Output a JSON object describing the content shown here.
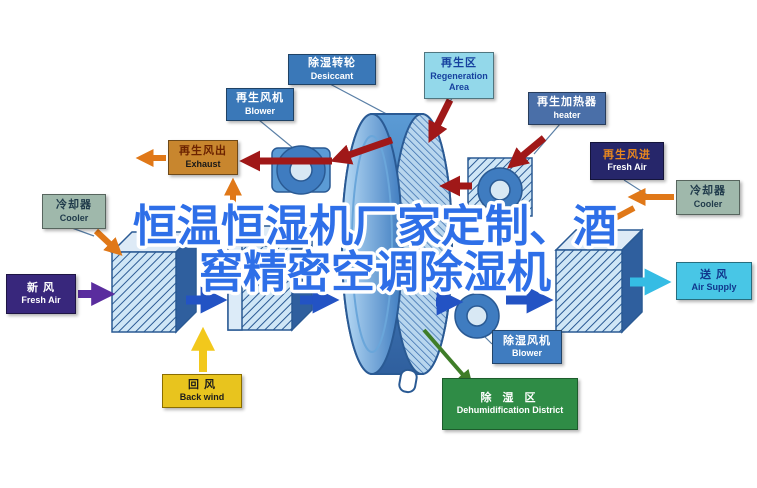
{
  "watermark": {
    "line1": "恒温恒湿机厂家定制、酒",
    "line2": "窖精密空调除湿机",
    "color": "#2e6fe8",
    "outline_color": "#ffffff"
  },
  "labels": {
    "desiccant": {
      "zh": "除湿转轮",
      "en": "Desiccant"
    },
    "regeneration_area": {
      "zh": "再生区",
      "en": "Regeneration Area"
    },
    "regen_blower": {
      "zh": "再生风机",
      "en": "Blower"
    },
    "regen_heater": {
      "zh": "再生加热器",
      "en": "heater"
    },
    "exhaust": {
      "zh": "再生风出",
      "en": "Exhaust"
    },
    "regen_fresh_air": {
      "zh": "再生风进",
      "en": "Fresh Air"
    },
    "cooler_left": {
      "zh": "冷却器",
      "en": "Cooler"
    },
    "cooler_right": {
      "zh": "冷却器",
      "en": "Cooler"
    },
    "fresh_air": {
      "zh": "新 风",
      "en": "Fresh Air"
    },
    "back_wind": {
      "zh": "回 风",
      "en": "Back wind"
    },
    "air_supply": {
      "zh": "送 风",
      "en": "Air Supply"
    },
    "dehumid_blower": {
      "zh": "除湿风机",
      "en": "Blower"
    },
    "dehumid_district": {
      "zh": "除 湿 区",
      "en": "Dehumidification District"
    }
  },
  "colors": {
    "machine_blue": "#4a86c8",
    "arrow_red": "#a01818",
    "arrow_orange": "#e07818",
    "arrow_blue": "#2353c4",
    "arrow_cyan": "#35bce4",
    "arrow_yellow": "#f2c81c",
    "arrow_purple": "#5a2d9e",
    "arrow_green": "#3f7d28"
  }
}
